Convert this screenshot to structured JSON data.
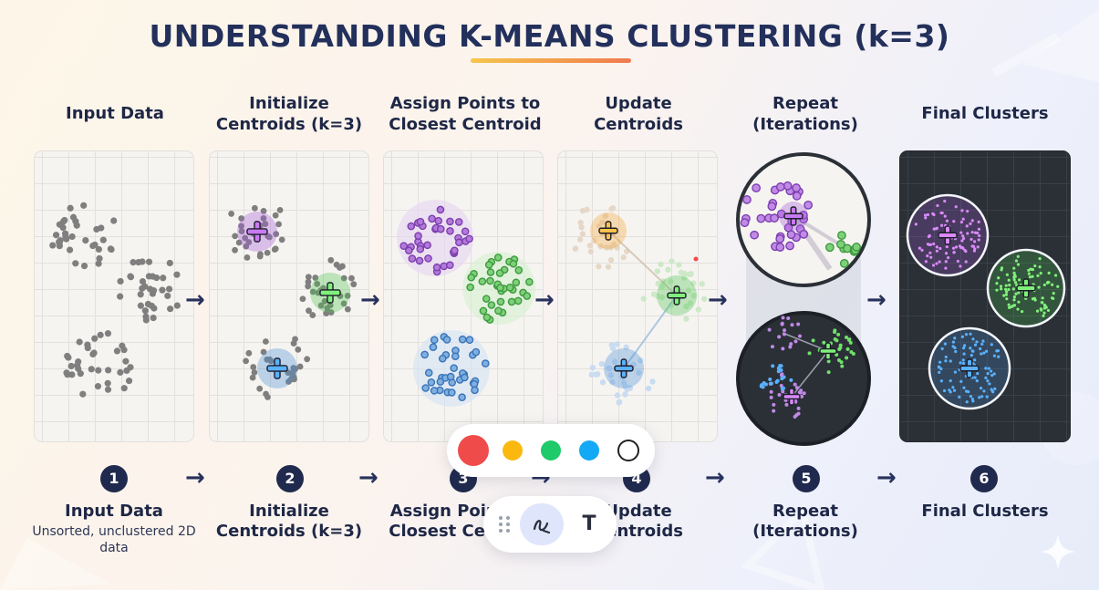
{
  "title": "UNDERSTANDING K-MEANS CLUSTERING (k=3)",
  "steps": [
    {
      "number": "1",
      "heading": "Input Data",
      "label": "Input Data",
      "desc": "Unsorted, unclustered 2D data"
    },
    {
      "number": "2",
      "heading": "Initialize Centroids (k=3)",
      "label": "Initialize Centroids (k=3)",
      "desc": ""
    },
    {
      "number": "3",
      "heading": "Assign Points to Closest Centroid",
      "label": "Assign Points to Closest Centroid",
      "desc": ""
    },
    {
      "number": "4",
      "heading": "Update Centroids",
      "label": "Update Centroids",
      "desc": ""
    },
    {
      "number": "5",
      "heading": "Repeat (Iterations)",
      "label": "Repeat (Iterations)",
      "desc": ""
    },
    {
      "number": "6",
      "heading": "Final Clusters",
      "label": "Final Clusters",
      "desc": ""
    }
  ],
  "arrow_glyph": "→",
  "colors": {
    "purple": "#a45ad6",
    "green": "#4fc24f",
    "blue": "#4a8fd6",
    "orange": "#f3a53a",
    "gray": "#7f7f7f",
    "title": "#23305c"
  },
  "palette": {
    "swatches": [
      {
        "name": "red",
        "color": "#f04b4b"
      },
      {
        "name": "yellow",
        "color": "#fbb80f"
      },
      {
        "name": "green",
        "color": "#1fca6b"
      },
      {
        "name": "blue",
        "color": "#13a9f5"
      },
      {
        "name": "none",
        "color": "#ffffff"
      }
    ]
  },
  "toolbar": {
    "text_tool_label": "T",
    "pen_icon": "pen-squiggle-icon",
    "drag_icon": "drag-handle-icon"
  }
}
